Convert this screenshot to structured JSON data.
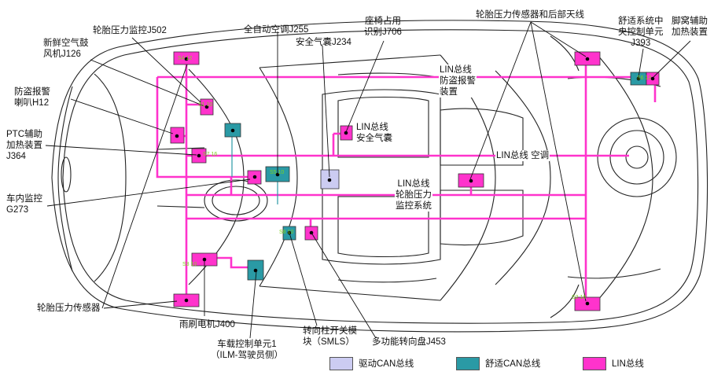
{
  "colors": {
    "lin": "#ff33cc",
    "comfort_can": "#2a9aa5",
    "drive_can": "#ccccf2",
    "car_outline": "#222222",
    "node_dot": "#000000"
  },
  "labels": {
    "j502": "轮胎压力监控J502",
    "j126": "新鲜空气鼓\n风机J126",
    "h12": "防盗报警\n喇叭H12",
    "j364": "PTC辅助\n加热装置\nJ364",
    "g273": "车内监控\nG273",
    "tire_sensor": "轮胎压力传感器",
    "j400": "雨刷电机J400",
    "ilm": "车载控制单元1\n（ILM-驾驶员侧）",
    "smls": "转向柱开关模\n块（SMLS）",
    "j453": "多功能转向盘J453",
    "j255": "全自动空调J255",
    "j234": "安全气囊J234",
    "j706": "座椅占用\n识别J706",
    "tire_sensor_antenna": "轮胎压力传感器和后部天线",
    "j393": "舒适系统中\n央控制单元\nJ393",
    "aux_heater": "脚窝辅助\n加热装置"
  },
  "bus_labels": {
    "lin_alarm": "LIN总线\n防盗报警\n装置",
    "lin_airbag": "LIN总线\n安全气囊",
    "lin_ac": "LIN总线 空调",
    "lin_tpms": "LIN总线\n轮胎压力\n监控系统"
  },
  "connector_codes": {
    "c1": "S4 12",
    "c2": "S1 10",
    "c3": "S7 16",
    "c4": "S5 10",
    "c5": "S3 10",
    "c6": "S2 16",
    "c7": "S6 12",
    "c8": "S8 10"
  },
  "legend": [
    {
      "label": "驱动CAN总线",
      "color": "#ccccf2"
    },
    {
      "label": "舒适CAN总线",
      "color": "#2a9aa5"
    },
    {
      "label": "LIN总线",
      "color": "#ff33cc"
    }
  ]
}
